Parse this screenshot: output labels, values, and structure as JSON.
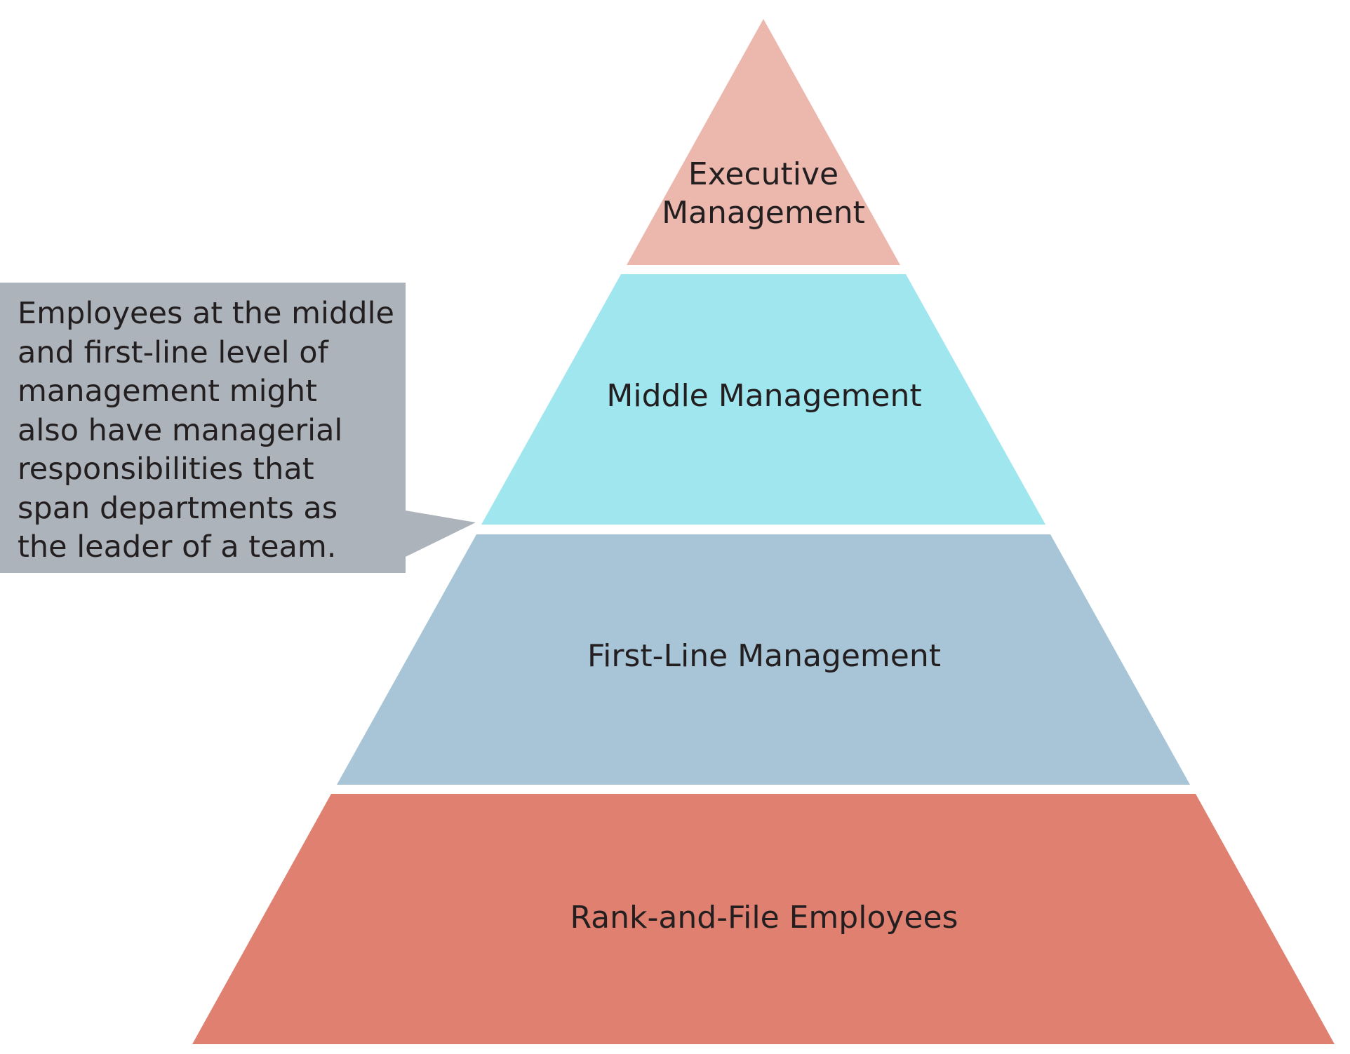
{
  "diagram": {
    "type": "pyramid",
    "tiers": [
      {
        "label_lines": [
          "Executive",
          "Management"
        ],
        "color": "#ECB8AD"
      },
      {
        "label_lines": [
          "Middle Management"
        ],
        "color": "#A0E6EF"
      },
      {
        "label_lines": [
          "First-Line Management"
        ],
        "color": "#A7C5D6"
      },
      {
        "label_lines": [
          "Rank-and-File Employees"
        ],
        "color": "#E08070"
      }
    ],
    "callout": {
      "color": "#ADB3BA",
      "lines": [
        "Employees at the middle",
        "and first-line level of",
        "management might",
        "also have managerial",
        "responsibilities that",
        "span departments as",
        "the leader of a team."
      ]
    }
  }
}
